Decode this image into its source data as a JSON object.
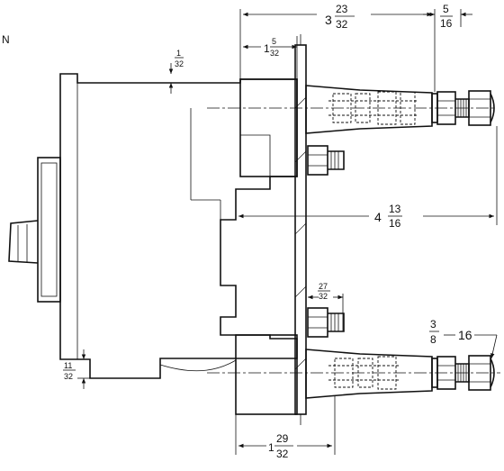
{
  "page_letter": "N",
  "dimensions": {
    "overall_length": {
      "whole": "3",
      "num": "23",
      "den": "32"
    },
    "nut_width": {
      "num": "5",
      "den": "16"
    },
    "flange_offset": {
      "whole": "1",
      "num": "5",
      "den": "32"
    },
    "gap_top": {
      "num": "1",
      "den": "32"
    },
    "stud_reach": {
      "whole": "4",
      "num": "13",
      "den": "16"
    },
    "stud_spacing": {
      "num": "27",
      "den": "32"
    },
    "thread_spec": {
      "num": "3",
      "den": "8",
      "pitch": "16"
    },
    "base_gap": {
      "num": "11",
      "den": "32"
    },
    "bottom_width": {
      "whole": "1",
      "num": "29",
      "den": "32"
    }
  }
}
